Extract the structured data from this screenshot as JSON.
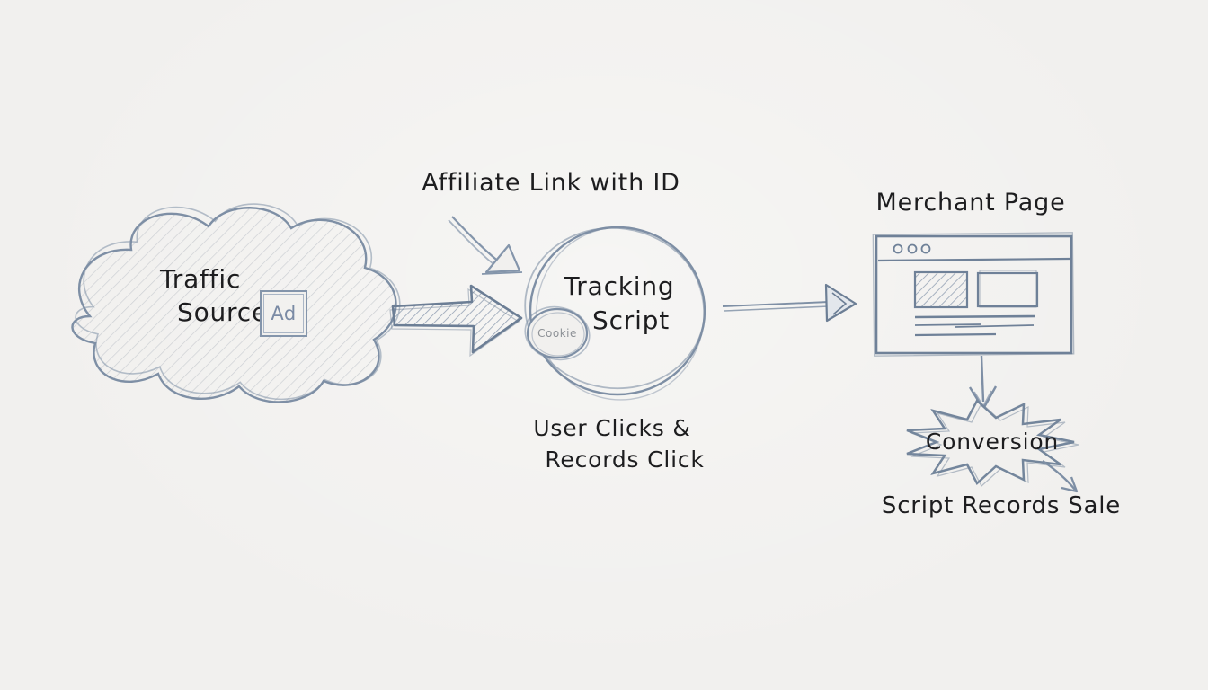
{
  "canvas": {
    "background": "#f1f0ee",
    "ink": "#7e8fa5",
    "ink_dark": "#6c7e95",
    "text_color": "#1d1d1f",
    "cookie_text_color": "#8d9196",
    "ad_text_color": "#7a8aa4"
  },
  "nodes": {
    "traffic_source": {
      "line1": "Traffic",
      "line2": "Source",
      "ad_badge": "Ad"
    },
    "affiliate_link": {
      "label": "Affiliate Link with ID"
    },
    "tracking_script": {
      "line1": "Tracking",
      "line2": "Script",
      "cookie": "Cookie"
    },
    "user_clicks": {
      "line1": "User Clicks &",
      "line2": "Records Click"
    },
    "merchant_page": {
      "label": "Merchant Page"
    },
    "conversion": {
      "label": "Conversion"
    },
    "sale": {
      "label": "Script Records Sale"
    }
  }
}
